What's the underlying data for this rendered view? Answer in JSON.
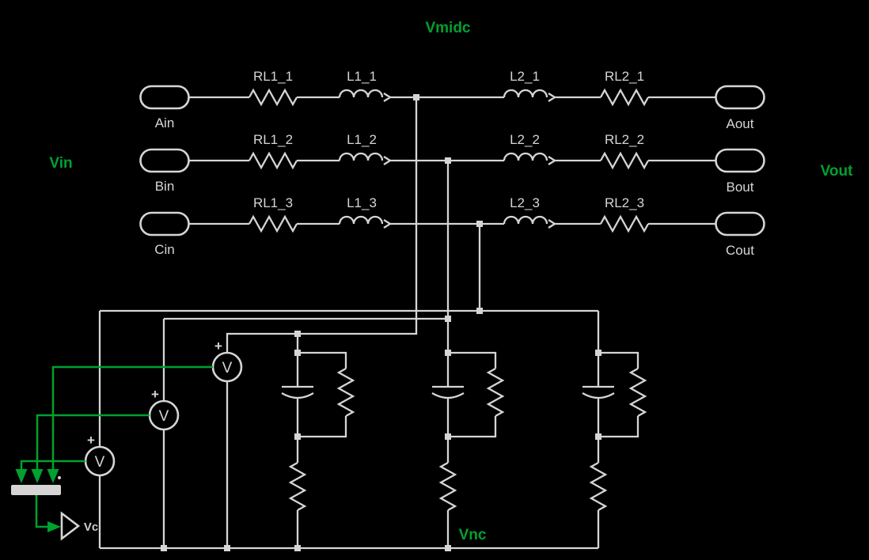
{
  "colors": {
    "background": "#000000",
    "wire_gray": "#d5d5d5",
    "signal_green": "#00a12f"
  },
  "net_labels": {
    "vin": "Vin",
    "vout": "Vout",
    "vmidc": "Vmidc",
    "vnc": "Vnc",
    "vc": "Vc"
  },
  "phases": [
    {
      "in_port": "Ain",
      "out_port": "Aout",
      "r_left": "RL1_1",
      "l_left": "L1_1",
      "l_right": "L2_1",
      "r_right": "RL2_1"
    },
    {
      "in_port": "Bin",
      "out_port": "Bout",
      "r_left": "RL1_2",
      "l_left": "L1_2",
      "l_right": "L2_2",
      "r_right": "RL2_2"
    },
    {
      "in_port": "Cin",
      "out_port": "Cout",
      "r_left": "RL1_3",
      "l_left": "L1_3",
      "l_right": "L2_3",
      "r_right": "RL2_3"
    }
  ],
  "voltmeter": {
    "symbol": "V",
    "polarity": "+"
  }
}
